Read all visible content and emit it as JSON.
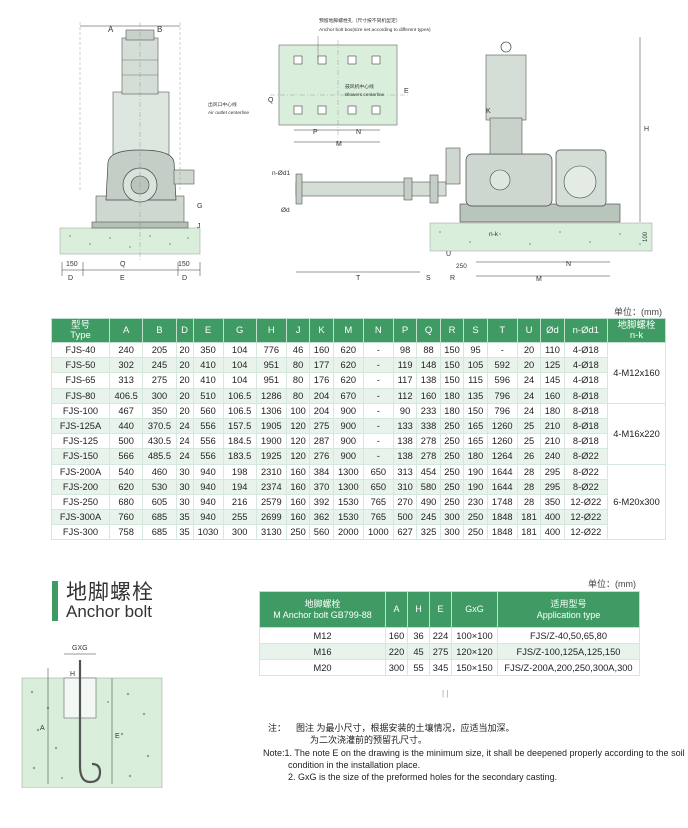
{
  "drawing": {
    "labels": {
      "A": "A",
      "B": "B",
      "D": "D",
      "E": "E",
      "Q": "Q",
      "G": "G",
      "J": "J",
      "dim150_left": "150",
      "dim150_right": "150",
      "anchor_box_cn": "预留地脚螺栓孔（尺寸按不同机型定）",
      "anchor_box_en": "Anchor bolt box(size set according to different types)",
      "air_outlet_cn": "出风口中心线",
      "air_outlet_en": "Air outlet centerline",
      "blower_cn": "鼓风机中心线",
      "blower_en": "Blowers centerline",
      "E_top": "E",
      "Q_top": "Q",
      "P": "P",
      "N": "N",
      "M": "M",
      "n_d1": "n-Ød1",
      "d": "Ød",
      "T": "T",
      "S": "S",
      "R": "R",
      "dim250": "250",
      "U": "U",
      "N2": "N",
      "M2": "M",
      "K": "K",
      "H": "H",
      "nk": "n-k",
      "dim100": "100"
    }
  },
  "spec_table": {
    "unit": "单位：(mm)",
    "headers": [
      {
        "cn": "型号",
        "en": "Type"
      },
      {
        "cn": "A"
      },
      {
        "cn": "B"
      },
      {
        "cn": "D"
      },
      {
        "cn": "E"
      },
      {
        "cn": "G"
      },
      {
        "cn": "H"
      },
      {
        "cn": "J"
      },
      {
        "cn": "K"
      },
      {
        "cn": "M"
      },
      {
        "cn": "N"
      },
      {
        "cn": "P"
      },
      {
        "cn": "Q"
      },
      {
        "cn": "R"
      },
      {
        "cn": "S"
      },
      {
        "cn": "T"
      },
      {
        "cn": "U"
      },
      {
        "cn": "Ød"
      },
      {
        "cn": "n-Ød1"
      },
      {
        "cn": "地脚螺栓",
        "en": "n-k"
      }
    ],
    "rows": [
      [
        "FJS-40",
        "240",
        "205",
        "20",
        "350",
        "104",
        "776",
        "46",
        "160",
        "620",
        "-",
        "98",
        "88",
        "150",
        "95",
        "-",
        "20",
        "110",
        "4-Ø18"
      ],
      [
        "FJS-50",
        "302",
        "245",
        "20",
        "410",
        "104",
        "951",
        "80",
        "177",
        "620",
        "-",
        "119",
        "148",
        "150",
        "105",
        "592",
        "20",
        "125",
        "4-Ø18"
      ],
      [
        "FJS-65",
        "313",
        "275",
        "20",
        "410",
        "104",
        "951",
        "80",
        "176",
        "620",
        "-",
        "117",
        "138",
        "150",
        "115",
        "596",
        "24",
        "145",
        "4-Ø18"
      ],
      [
        "FJS-80",
        "406.5",
        "300",
        "20",
        "510",
        "106.5",
        "1286",
        "80",
        "204",
        "670",
        "-",
        "112",
        "160",
        "180",
        "135",
        "796",
        "24",
        "160",
        "8-Ø18"
      ],
      [
        "FJS-100",
        "467",
        "350",
        "20",
        "560",
        "106.5",
        "1306",
        "100",
        "204",
        "900",
        "-",
        "90",
        "233",
        "180",
        "150",
        "796",
        "24",
        "180",
        "8-Ø18"
      ],
      [
        "FJS-125A",
        "440",
        "370.5",
        "24",
        "556",
        "157.5",
        "1905",
        "120",
        "275",
        "900",
        "-",
        "133",
        "338",
        "250",
        "165",
        "1260",
        "25",
        "210",
        "8-Ø18"
      ],
      [
        "FJS-125",
        "500",
        "430.5",
        "24",
        "556",
        "184.5",
        "1900",
        "120",
        "287",
        "900",
        "-",
        "138",
        "278",
        "250",
        "165",
        "1260",
        "25",
        "210",
        "8-Ø18"
      ],
      [
        "FJS-150",
        "566",
        "485.5",
        "24",
        "556",
        "183.5",
        "1925",
        "120",
        "276",
        "900",
        "-",
        "138",
        "278",
        "250",
        "180",
        "1264",
        "26",
        "240",
        "8-Ø22"
      ],
      [
        "FJS-200A",
        "540",
        "460",
        "30",
        "940",
        "198",
        "2310",
        "160",
        "384",
        "1300",
        "650",
        "313",
        "454",
        "250",
        "190",
        "1644",
        "28",
        "295",
        "8-Ø22"
      ],
      [
        "FJS-200",
        "620",
        "530",
        "30",
        "940",
        "194",
        "2374",
        "160",
        "370",
        "1300",
        "650",
        "310",
        "580",
        "250",
        "190",
        "1644",
        "28",
        "295",
        "8-Ø22"
      ],
      [
        "FJS-250",
        "680",
        "605",
        "30",
        "940",
        "216",
        "2579",
        "160",
        "392",
        "1530",
        "765",
        "270",
        "490",
        "250",
        "230",
        "1748",
        "28",
        "350",
        "12-Ø22"
      ],
      [
        "FJS-300A",
        "760",
        "685",
        "35",
        "940",
        "255",
        "2699",
        "160",
        "362",
        "1530",
        "765",
        "500",
        "245",
        "300",
        "250",
        "1848",
        "181",
        "400",
        "12-Ø22"
      ],
      [
        "FJS-300",
        "758",
        "685",
        "35",
        "1030",
        "300",
        "3130",
        "250",
        "560",
        "2000",
        "1000",
        "627",
        "325",
        "300",
        "250",
        "1848",
        "181",
        "400",
        "12-Ø22"
      ]
    ],
    "anchor_groups": [
      {
        "label": "4-M12x160"
      },
      {
        "label": "4-M16x220"
      },
      {
        "label": "6-M20x300"
      }
    ]
  },
  "anchor_section": {
    "title_cn": "地脚螺栓",
    "title_en": "Anchor bolt",
    "unit": "单位：(mm)",
    "headers": {
      "col1_cn": "地脚螺栓",
      "col1_en": "M  Anchor bolt GB799-88",
      "A": "A",
      "H": "H",
      "E": "E",
      "GxG": "GxG",
      "app_cn": "适用型号",
      "app_en": "Application type"
    },
    "rows": [
      [
        "M12",
        "160",
        "36",
        "224",
        "100×100",
        "FJS/Z-40,50,65,80"
      ],
      [
        "M16",
        "220",
        "45",
        "275",
        "120×120",
        "FJS/Z-100,125A,125,150"
      ],
      [
        "M20",
        "300",
        "55",
        "345",
        "150×150",
        "FJS/Z-200A,200,250,300A,300"
      ]
    ],
    "drawing_labels": {
      "GXG": "GXG",
      "H": "H",
      "A": "A",
      "E": "E"
    }
  },
  "page_mark": "|  |",
  "notes": {
    "cn_prefix": "注：",
    "cn_line1": "图注  为最小尺寸，根据安装的土壤情况，应适当加深。",
    "cn_line2": "为二次浇灌前的预留孔尺寸。",
    "en_line1": "Note:1. The note E on the drawing is the minimum size, it shall be deepened properly according to the soil",
    "en_line1b": "condition in the installation place.",
    "en_line2": "2. GxG is the size of the preformed holes for the secondary casting."
  }
}
